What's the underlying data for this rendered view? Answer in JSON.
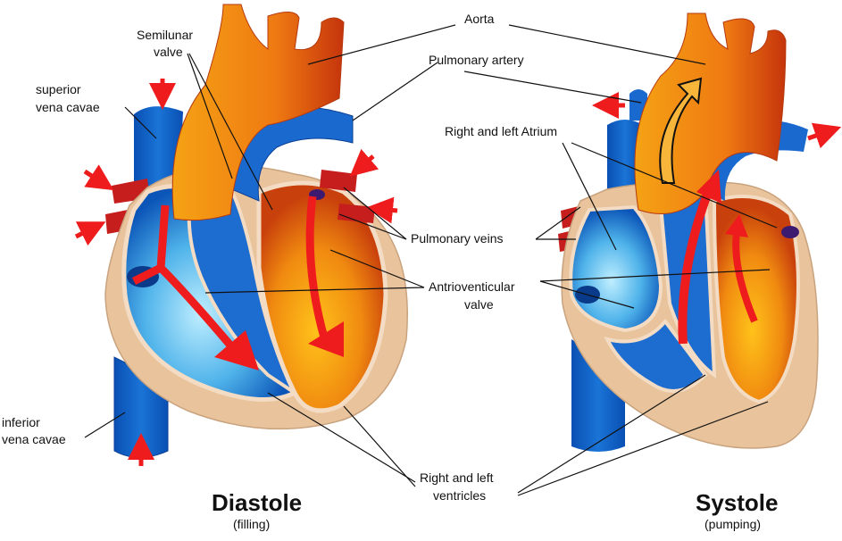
{
  "labels": {
    "aorta": "Aorta",
    "semilunar_line1": "Semilunar",
    "semilunar_line2": "valve",
    "pulmonary_artery": "Pulmonary artery",
    "superior_line1": "superior",
    "superior_line2": "vena cavae",
    "atrium": "Right and left Atrium",
    "pulmonary_veins": "Pulmonary veins",
    "av_line1": "Antrioventicular",
    "av_line2": "valve",
    "inferior_line1": "inferior",
    "inferior_line2": "vena cavae",
    "ventricles_line1": "Right and left",
    "ventricles_line2": "ventricles"
  },
  "diastole": {
    "title": "Diastole",
    "subtitle": "(filling)"
  },
  "systole": {
    "title": "Systole",
    "subtitle": "(pumping)"
  },
  "colors": {
    "blue_dark": "#0b4fb0",
    "blue_light": "#8fd8f5",
    "orange": "#f28a12",
    "orange_dark": "#c83a0a",
    "tissue": "#e8c39c",
    "arrow_red": "#ee1c1c"
  }
}
